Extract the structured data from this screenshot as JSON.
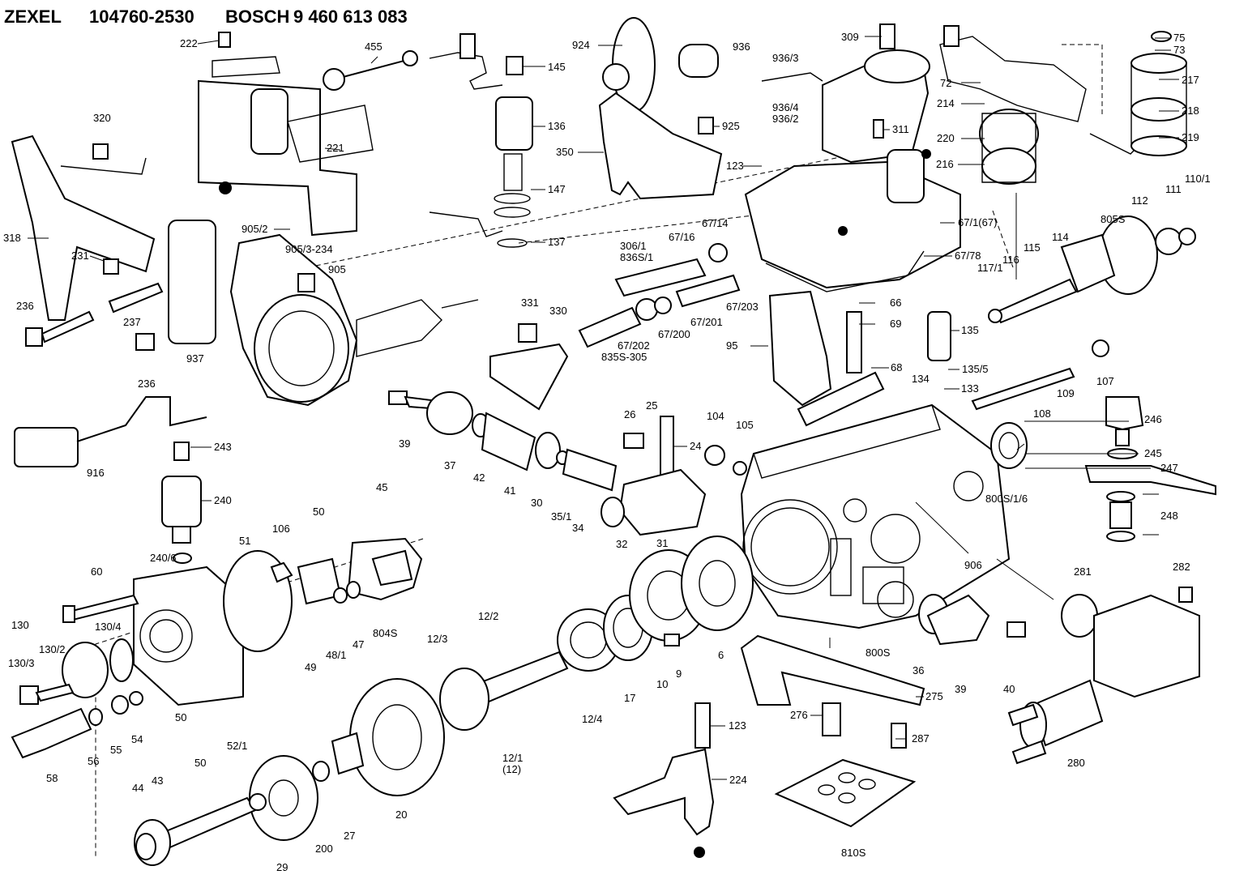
{
  "header": {
    "brand_left": "ZEXEL",
    "number_left": "104760-2530",
    "brand_right": "BOSCH",
    "number_right": "9 460 613 083"
  },
  "labels": {
    "p222": "222",
    "p455": "455",
    "p145": "145",
    "p924": "924",
    "p309": "309",
    "p936": "936",
    "p936_3": "936/3",
    "p936_4": "936/4",
    "p936_2": "936/2",
    "p75": "75",
    "p73": "73",
    "p72": "72",
    "p217": "217",
    "p214": "214",
    "p218": "218",
    "p220": "220",
    "p219": "219",
    "p216": "216",
    "p320": "320",
    "p221": "221",
    "p136": "136",
    "p925": "925",
    "p311": "311",
    "p350": "350",
    "p123a": "123",
    "p147": "147",
    "p137": "137",
    "p905_2": "905/2",
    "p905_3_234": "905/3-234",
    "p905": "905",
    "p318": "318",
    "p231": "231",
    "p236a": "236",
    "p237": "237",
    "p937": "937",
    "p236b": "236",
    "p67_14": "67/14",
    "p67_16": "67/16",
    "p67_1_67": "67/1(67)",
    "p306_1": "306/1",
    "p836s_1": "836S/1",
    "p67_78": "67/78",
    "p805s": "805S",
    "p112": "112",
    "p111": "111",
    "p110_1": "110/1",
    "p115": "115",
    "p114": "114",
    "p117_1": "117/1",
    "p116": "116",
    "p67_203": "67/203",
    "p66": "66",
    "p69": "69",
    "p331": "331",
    "p330": "330",
    "p835s_305": "835S-305",
    "p67_202": "67/202",
    "p67_200": "67/200",
    "p67_201": "67/201",
    "p95": "95",
    "p135": "135",
    "p68": "68",
    "p135_5": "135/5",
    "p134": "134",
    "p133": "133",
    "p107": "107",
    "p109": "109",
    "p108": "108",
    "p916": "916",
    "p243": "243",
    "p39": "39",
    "p26": "26",
    "p25": "25",
    "p24": "24",
    "p104": "104",
    "p105": "105",
    "p246": "246",
    "p245": "245",
    "p247": "247",
    "p37": "37",
    "p42": "42",
    "p41": "41",
    "p30": "30",
    "p35_1": "35/1",
    "p34": "34",
    "p32": "32",
    "p31": "31",
    "p800s_1_6": "800S/1/6",
    "p248": "248",
    "p240": "240",
    "p45": "45",
    "p50a": "50",
    "p51": "51",
    "p106": "106",
    "p240_6": "240/6",
    "p60": "60",
    "p906": "906",
    "p130": "130",
    "p130_4": "130/4",
    "p130_2": "130/2",
    "p130_3": "130/3",
    "p49": "49",
    "p48_1": "48/1",
    "p47": "47",
    "p804s": "804S",
    "p12_3": "12/3",
    "p12_2": "12/2",
    "p281": "281",
    "p282": "282",
    "p17": "17",
    "p10": "10",
    "p9": "9",
    "p6": "6",
    "p800s": "800S",
    "p36": "36",
    "p39b": "39",
    "p40": "40",
    "p275": "275",
    "p276": "276",
    "p287": "287",
    "p12_4": "12/4",
    "p12_1_12": "12/1\n(12)",
    "p50b": "50",
    "p58": "58",
    "p56": "56",
    "p55": "55",
    "p54": "54",
    "p50c": "50",
    "p52_1": "52/1",
    "p44": "44",
    "p43": "43",
    "p29": "29",
    "p200": "200",
    "p27": "27",
    "p20": "20",
    "p123b": "123",
    "p224": "224",
    "p810s": "810S",
    "p280": "280"
  },
  "colors": {
    "ink": "#000000",
    "paper": "#ffffff"
  }
}
